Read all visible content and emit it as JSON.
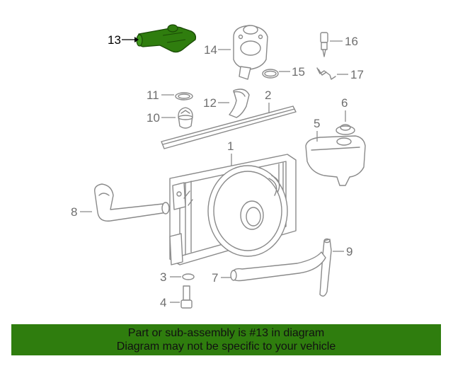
{
  "diagram": {
    "highlight_color": "#2f7d0e",
    "line_color": "#8a8a8a",
    "highlighted_callout": "13",
    "callouts": [
      {
        "id": "1",
        "label": "1",
        "part": "radiator"
      },
      {
        "id": "2",
        "label": "2",
        "part": "radiator-seal-strip"
      },
      {
        "id": "3",
        "label": "3",
        "part": "o-ring"
      },
      {
        "id": "4",
        "label": "4",
        "part": "drain-plug"
      },
      {
        "id": "5",
        "label": "5",
        "part": "coolant-reservoir"
      },
      {
        "id": "6",
        "label": "6",
        "part": "reservoir-cap"
      },
      {
        "id": "7",
        "label": "7",
        "part": "lower-hose"
      },
      {
        "id": "8",
        "label": "8",
        "part": "upper-hose"
      },
      {
        "id": "9",
        "label": "9",
        "part": "overflow-hose"
      },
      {
        "id": "10",
        "label": "10",
        "part": "thermostat"
      },
      {
        "id": "11",
        "label": "11",
        "part": "thermostat-gasket"
      },
      {
        "id": "12",
        "label": "12",
        "part": "bypass-hose"
      },
      {
        "id": "13",
        "label": "13",
        "part": "thermostat-housing"
      },
      {
        "id": "14",
        "label": "14",
        "part": "water-outlet"
      },
      {
        "id": "15",
        "label": "15",
        "part": "outlet-gasket"
      },
      {
        "id": "16",
        "label": "16",
        "part": "temperature-sensor"
      },
      {
        "id": "17",
        "label": "17",
        "part": "clip"
      }
    ]
  },
  "footer": {
    "line1": "Part or sub-assembly is #13 in diagram",
    "line2": "Diagram may not be specific to your vehicle"
  }
}
